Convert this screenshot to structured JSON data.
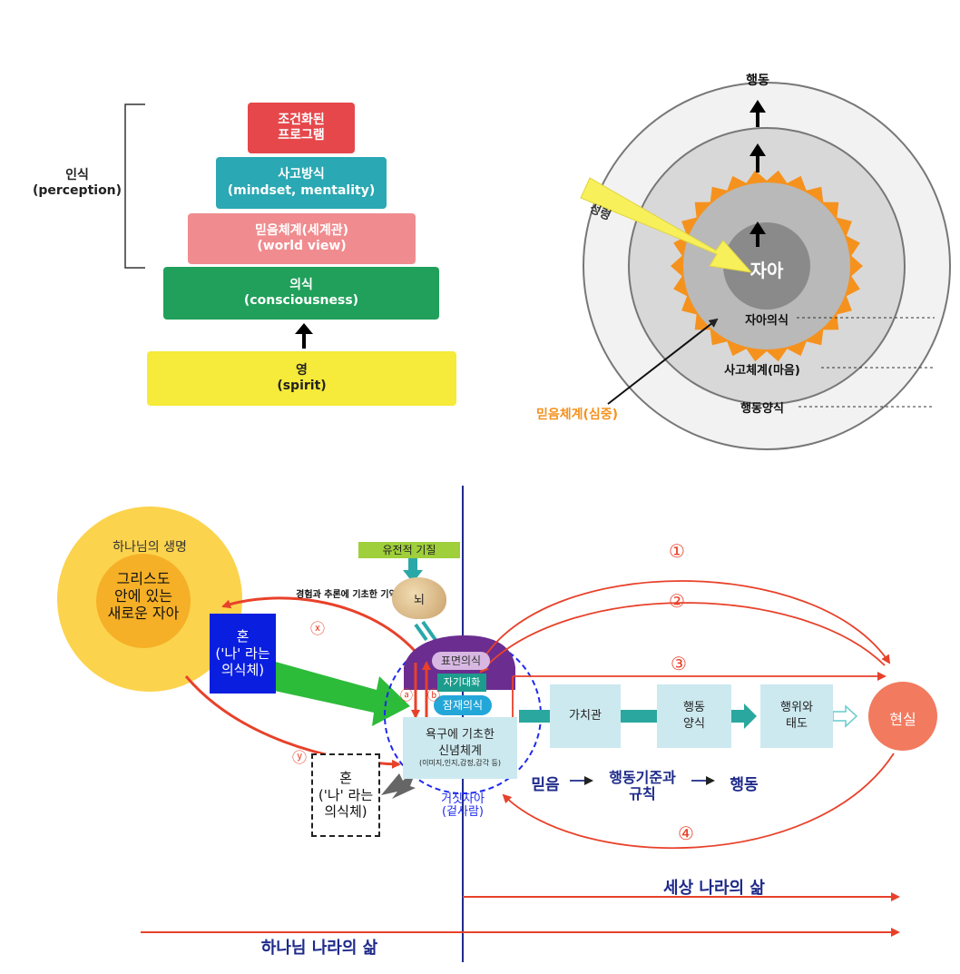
{
  "pyramid": {
    "bracket_label": "인식",
    "bracket_sub": "(perception)",
    "levels": [
      {
        "line1": "조건화된",
        "line2": "프로그램",
        "color": "#e5474b"
      },
      {
        "line1": "사고방식",
        "line2": "(mindset, mentality)",
        "color": "#2aa8b3"
      },
      {
        "line1": "믿음체계(세계관)",
        "line2": "(world view)",
        "color": "#f08c8f"
      },
      {
        "line1": "의식",
        "line2": "(consciousness)",
        "color": "#20a05a"
      },
      {
        "line1": "영",
        "line2": "(spirit)",
        "color": "#f6ea3a"
      }
    ]
  },
  "circles": {
    "top_label": "행동",
    "core": "자아",
    "ring1": "자아의식",
    "ring2": "사고체계(마음)",
    "ring3": "행동양식",
    "spirit_arrow": "성령",
    "belief_label": "믿음체계(심중)",
    "orange": "#f5921e",
    "yellow": "#f7f05a"
  },
  "flow": {
    "god_life": "하나님의 생명",
    "new_self": [
      "그리스도",
      "안에 있는",
      "새로운 자아"
    ],
    "soul_blue": [
      "혼",
      "('나' 라는",
      "의식체)"
    ],
    "soul_dashed": [
      "혼",
      "('나' 라는",
      "의식체)"
    ],
    "genetic": "유전적 기질",
    "memory": "경험과 추론에 기초한 기억",
    "brain": "뇌",
    "surface": "표면의식",
    "self_talk": "자기대화",
    "subconscious": "잠재의식",
    "belief_system": [
      "욕구에 기초한",
      "신념체계",
      "(이미지,인지,감정,감각 등)"
    ],
    "false_self": [
      "거짓자아",
      "(겉사람)"
    ],
    "values": "가치관",
    "behavior_pattern": [
      "행동",
      "양식"
    ],
    "conduct": [
      "행위와",
      "태도"
    ],
    "reality": "현실",
    "bottom_chain": {
      "belief": "믿음",
      "standard": [
        "행동기준과",
        "규칙"
      ],
      "action": "행동"
    },
    "markers": {
      "x": "ⓧ",
      "y": "ⓨ",
      "a": "ⓐ",
      "b": "ⓑ"
    },
    "loops": [
      "①",
      "②",
      "③",
      "④"
    ],
    "world_life": "세상 나라의 삶",
    "god_kingdom_life": "하나님 나라의 삶",
    "red": "#e8412a",
    "navy": "#1e2a8a"
  }
}
